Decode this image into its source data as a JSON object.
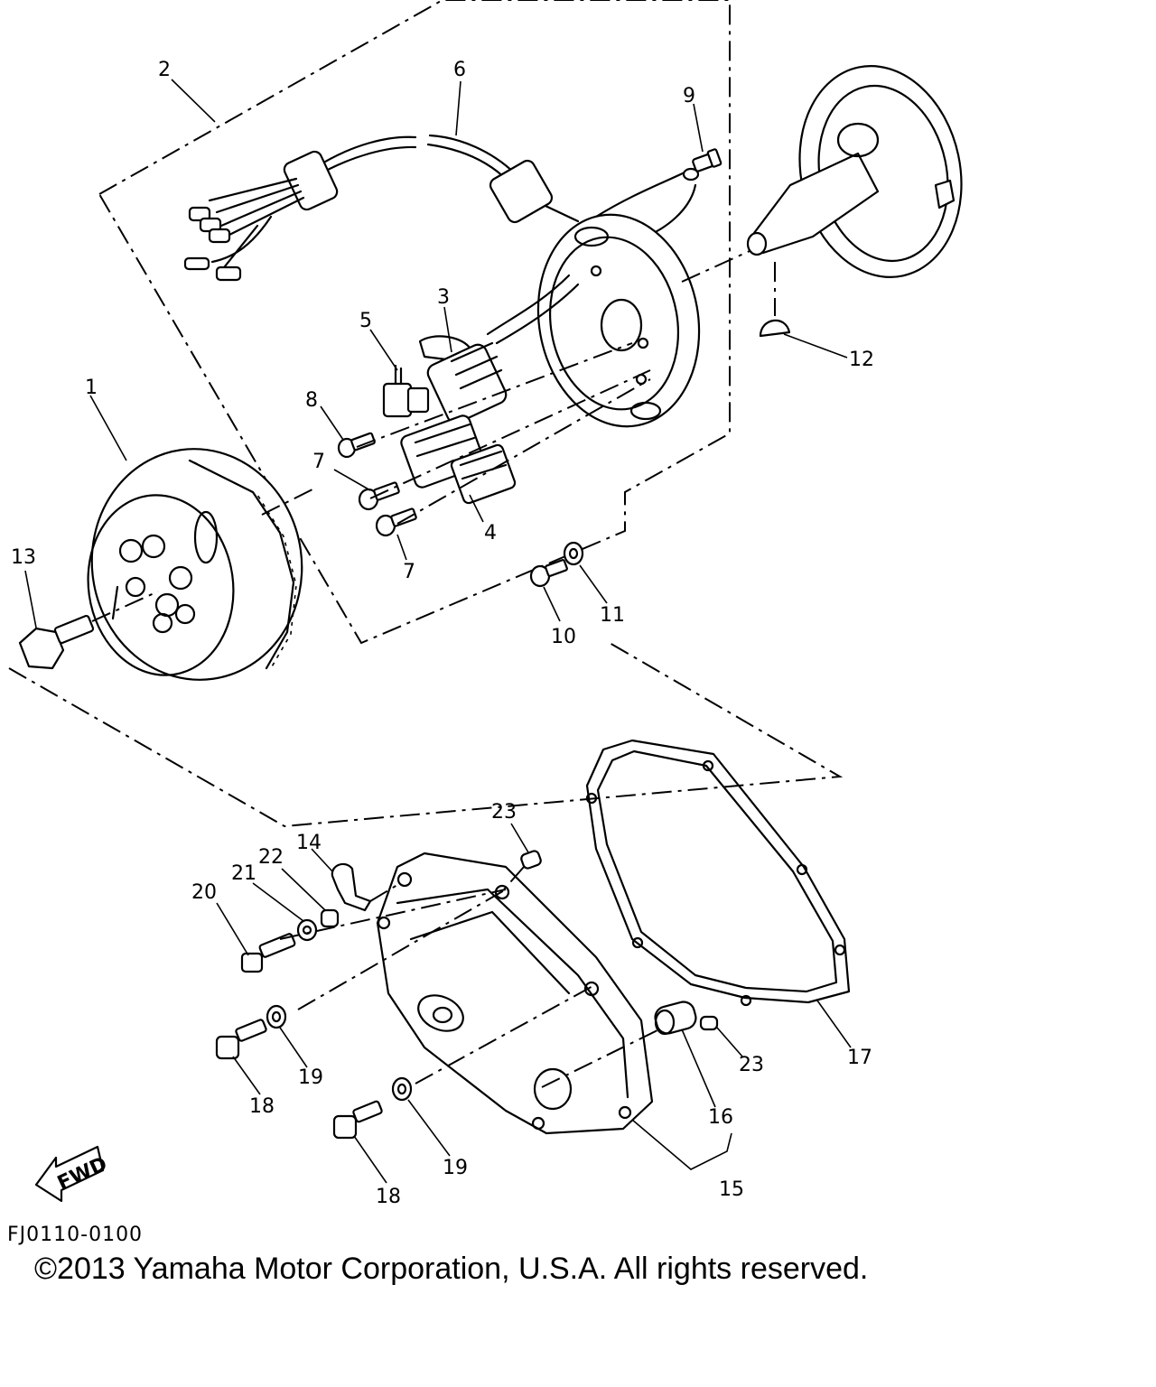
{
  "diagram": {
    "code": "FJ0110-0100",
    "copyright": "©2013 Yamaha Motor Corporation, U.S.A. All rights reserved.",
    "fwd_label": "FWD",
    "callouts": [
      {
        "id": "c1",
        "label": "1"
      },
      {
        "id": "c2",
        "label": "2"
      },
      {
        "id": "c3",
        "label": "3"
      },
      {
        "id": "c4",
        "label": "4"
      },
      {
        "id": "c5",
        "label": "5"
      },
      {
        "id": "c6",
        "label": "6"
      },
      {
        "id": "c7a",
        "label": "7"
      },
      {
        "id": "c7b",
        "label": "7"
      },
      {
        "id": "c8",
        "label": "8"
      },
      {
        "id": "c9",
        "label": "9"
      },
      {
        "id": "c10",
        "label": "10"
      },
      {
        "id": "c11",
        "label": "11"
      },
      {
        "id": "c12",
        "label": "12"
      },
      {
        "id": "c13",
        "label": "13"
      },
      {
        "id": "c14",
        "label": "14"
      },
      {
        "id": "c15",
        "label": "15"
      },
      {
        "id": "c16",
        "label": "16"
      },
      {
        "id": "c17",
        "label": "17"
      },
      {
        "id": "c18a",
        "label": "18"
      },
      {
        "id": "c18b",
        "label": "18"
      },
      {
        "id": "c19a",
        "label": "19"
      },
      {
        "id": "c19b",
        "label": "19"
      },
      {
        "id": "c20",
        "label": "20"
      },
      {
        "id": "c21",
        "label": "21"
      },
      {
        "id": "c22",
        "label": "22"
      },
      {
        "id": "c23a",
        "label": "23"
      },
      {
        "id": "c23b",
        "label": "23"
      }
    ]
  }
}
